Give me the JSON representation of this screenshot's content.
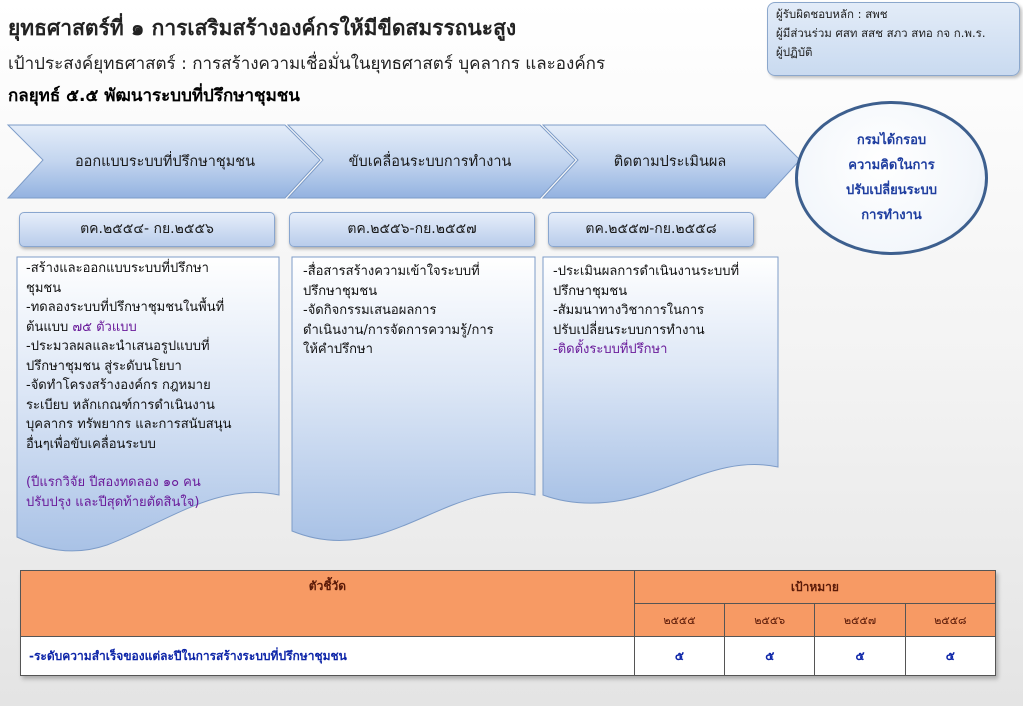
{
  "header": {
    "title": "ยุทธศาสตร์ที่ ๑ การเสริมสร้างองค์กรให้มีขีดสมรรถนะสูง",
    "goal": "เป้าประสงค์ยุทธศาสตร์ :  การสร้างความเชื่อมั่นในยุทธศาสตร์ บุคลากร  และองค์กร",
    "strategy": "กลยุทธ์ ๕.๕  พัฒนาระบบที่ปรึกษาชุมชน"
  },
  "responsible": {
    "lines": [
      "ผู้รับผิดชอบหลัก : สพช",
      "ผู้มีส่วนร่วม ศสท สสช สภว สทอ กจ ก.พ.ร.",
      "ผู้ปฏิบัติ"
    ]
  },
  "phases": [
    {
      "label": "ออกแบบระบบที่ปรึกษาชุมชน",
      "period": "ตค.๒๕๕๔- กย.๒๕๕๖",
      "details": [
        {
          "text": "-สร้างและออกแบบระบบที่ปรึกษา"
        },
        {
          "text": "ชุมชน"
        },
        {
          "text": "-ทดลองระบบที่ปรึกษาชุมชนในพื้นที่"
        },
        {
          "text": "ต้นแบบ ",
          "accent": "๗๕ ตัวแบบ"
        },
        {
          "text": "-ประมวลผลและนำเสนอรูปแบบที่"
        },
        {
          "text": "ปรึกษาชุมชน สู่ระดับนโยบา"
        },
        {
          "text": "-จัดทำโครงสร้างองค์กร  กฎหมาย"
        },
        {
          "text": "ระเบียบ หลักเกณฑ์การดำเนินงาน"
        },
        {
          "text": "บุคลากร ทรัพยากร และการสนับสนุน"
        },
        {
          "text": "อื่นๆเพื่อขับเคลื่อนระบบ"
        },
        {
          "text": ""
        },
        {
          "accent": "(ปีแรกวิจัย  ปีสองทดลอง ๑๐ คน"
        },
        {
          "accent": "ปรับปรุง และปีสุดท้ายตัดสินใจ)"
        }
      ]
    },
    {
      "label": "ขับเคลื่อนระบบการทำงาน",
      "period": "ตค.๒๕๕๖-กย.๒๕๕๗",
      "details": [
        {
          "text": "-สื่อสารสร้างความเข้าใจระบบที่"
        },
        {
          "text": "ปรึกษาชุมชน"
        },
        {
          "text": "-จัดกิจกรรมเสนอผลการ"
        },
        {
          "text": "ดำเนินงาน/การจัดการความรู้/การ"
        },
        {
          "text": "ให้คำปรึกษา"
        }
      ]
    },
    {
      "label": "ติดตามประเมินผล",
      "period": "ตค.๒๕๕๗-กย.๒๕๕๘",
      "details": [
        {
          "text": "-ประเมินผลการดำเนินงานระบบที่"
        },
        {
          "text": "ปรึกษาชุมชน"
        },
        {
          "text": "-สัมมนาทางวิชาการในการ"
        },
        {
          "text": "ปรับเปลี่ยนระบบการทำงาน"
        },
        {
          "accent": "-ติดตั้งระบบที่ปรึกษา"
        }
      ]
    }
  ],
  "outcome": {
    "lines": [
      "กรมได้กรอบ",
      "ความคิดในการ",
      "ปรับเปลี่ยนระบบ",
      "การทำงาน"
    ]
  },
  "indicator_table": {
    "indicator_header": "ตัวชี้วัด",
    "target_header": "เป้าหมาย",
    "years": [
      "๒๕๕๕",
      "๒๕๕๖",
      "๒๕๕๗",
      "๒๕๕๘"
    ],
    "rows": [
      {
        "indicator": "-ระดับความสำเร็จของแต่ละปีในการสร้างระบบที่ปรึกษาชุมชน",
        "values": [
          "๕",
          "๕",
          "๕",
          "๕"
        ]
      }
    ]
  },
  "colors": {
    "chevron_fill_top": "#dfe9f7",
    "chevron_fill_bottom": "#9fbbe4",
    "table_header": "#f79a64",
    "accent_text": "#6a1b9a",
    "outcome_text": "#1f3ea0"
  }
}
